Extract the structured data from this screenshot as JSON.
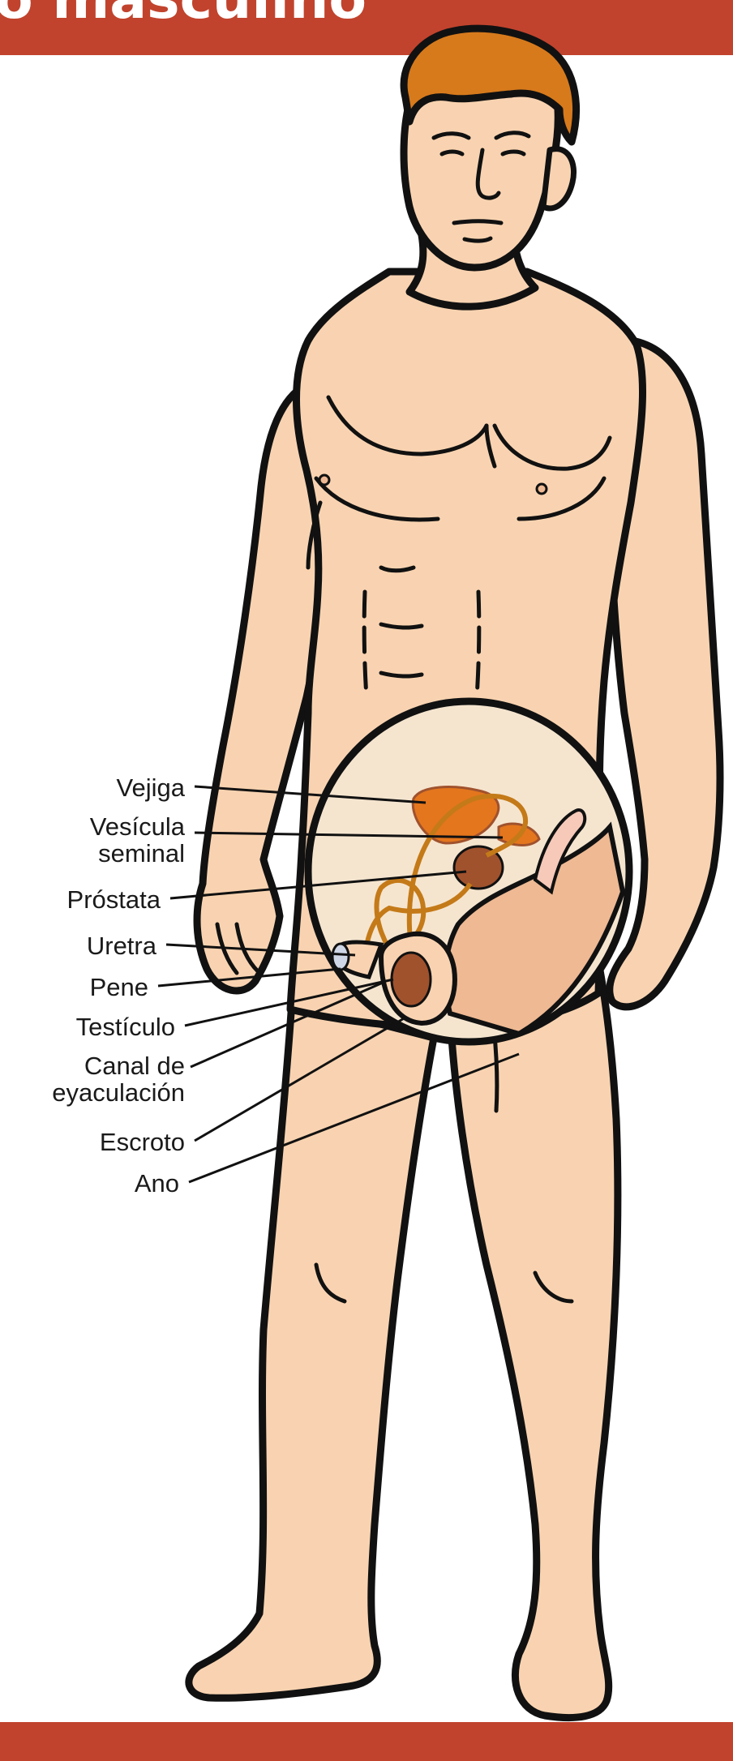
{
  "title": "o masculino",
  "colors": {
    "banner": "#c1432d",
    "skin": "#f9d3b1",
    "skin_shade": "#eeb993",
    "outline": "#111111",
    "hair": "#d77a1c",
    "hair_shade": "#b8601a",
    "organ": "#e4761d",
    "organ_dark": "#a0522d",
    "inset_bg": "#f5e5cf",
    "duct": "#c47a18"
  },
  "labels": [
    {
      "id": "vejiga",
      "lines": [
        "Vejiga"
      ]
    },
    {
      "id": "vesicula-seminal",
      "lines": [
        "Vesícula",
        "seminal"
      ]
    },
    {
      "id": "prostata",
      "lines": [
        "Próstata"
      ]
    },
    {
      "id": "uretra",
      "lines": [
        "Uretra"
      ]
    },
    {
      "id": "pene",
      "lines": [
        "Pene"
      ]
    },
    {
      "id": "testiculo",
      "lines": [
        "Testículo"
      ]
    },
    {
      "id": "canal-de-eyaculacion",
      "lines": [
        "Canal de",
        "eyaculación"
      ]
    },
    {
      "id": "escroto",
      "lines": [
        "Escroto"
      ]
    },
    {
      "id": "ano",
      "lines": [
        "Ano"
      ]
    }
  ]
}
